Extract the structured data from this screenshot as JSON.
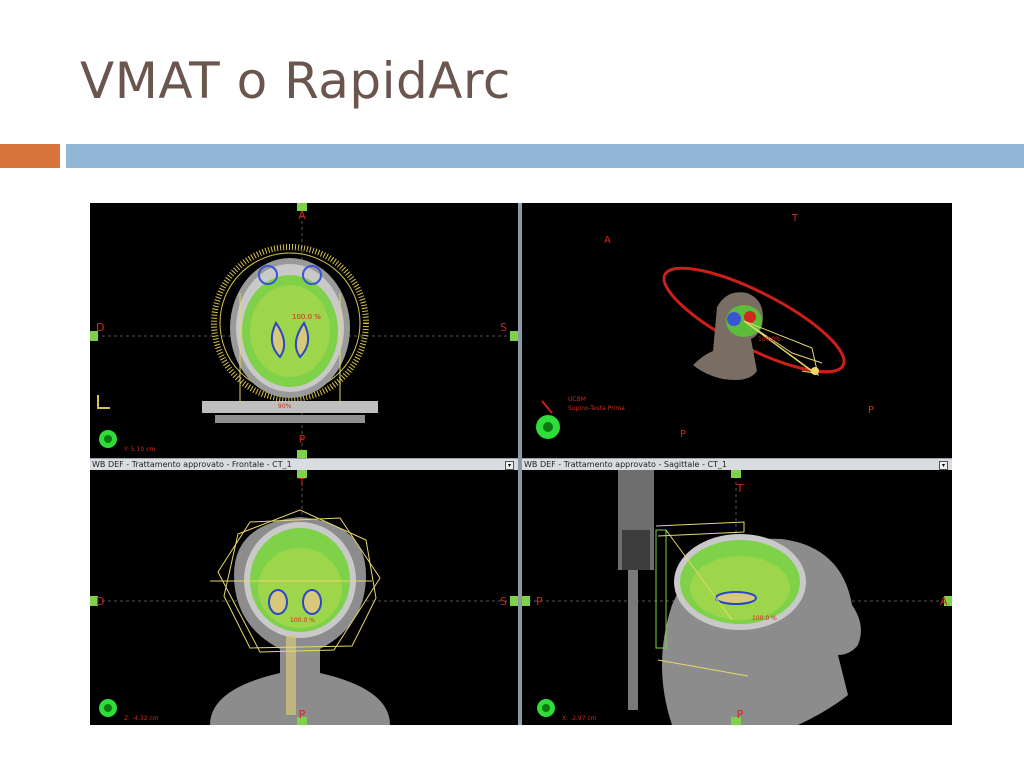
{
  "slide": {
    "title": "VMAT o RapidArc"
  },
  "panes": {
    "top_left": {
      "labels": {
        "top": "A",
        "left": "D",
        "right": "S",
        "bottom": "P"
      },
      "dose": "100.0 %",
      "dose_low": "90%",
      "coord": "Y: 5.10 cm"
    },
    "top_right": {
      "labels": {
        "t": "T",
        "a": "A",
        "p1": "P",
        "p2": "P"
      },
      "dose": "100.0%",
      "patient_line1": "UCBM",
      "patient_line2": "Supino-Testa Prima"
    },
    "bottom_left": {
      "strip": "WB DEF - Trattamento approvato - Frontale - CT_1",
      "labels": {
        "top": "T",
        "left": "D",
        "right": "S",
        "bottom": "P"
      },
      "dose": "100.0 %",
      "coord": "Z: -4.32 cm"
    },
    "bottom_right": {
      "strip": "WB DEF - Trattamento approvato - Sagittale - CT_1",
      "labels": {
        "top": "T",
        "left": "P",
        "right": "A",
        "bottom": "P"
      },
      "dose": "100.0 %",
      "coord": "X: -2.97 cm"
    }
  },
  "colors": {
    "title": "#6b564e",
    "accent_orange": "#d9743c",
    "accent_blue": "#92b6d5",
    "dose_green": "#7fd14a",
    "orientation_red": "#d0281e"
  }
}
